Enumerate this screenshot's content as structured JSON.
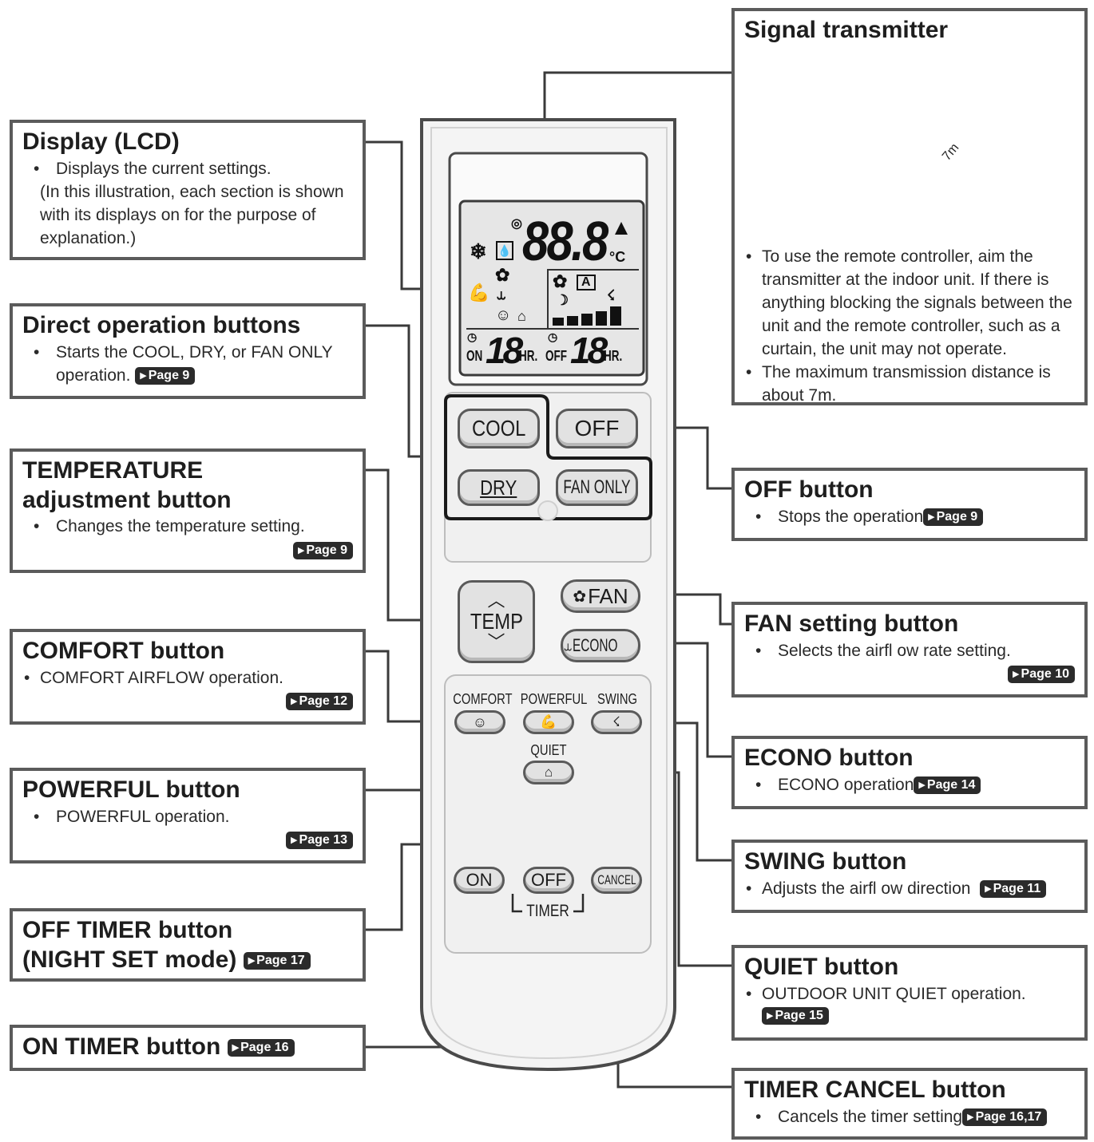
{
  "callouts": {
    "display": {
      "title": "Display (LCD)",
      "line1": "Displays the current settings.",
      "line2": "(In this illustration, each section is shown with its displays on for the purpose of explanation.)"
    },
    "direct": {
      "title": "Direct operation buttons",
      "text": "Starts the COOL, DRY, or FAN ONLY operation.",
      "page": "Page 9"
    },
    "temperature": {
      "title_line1": "TEMPERATURE",
      "title_line2": "adjustment button",
      "text": "Changes the temperature setting.",
      "page": "Page 9"
    },
    "comfort": {
      "title": "COMFORT button",
      "text": "COMFORT AIRFLOW operation.",
      "page": "Page 12"
    },
    "powerful": {
      "title": "POWERFUL button",
      "text": "POWERFUL operation.",
      "page": "Page 13"
    },
    "off_timer": {
      "title_line1": "OFF TIMER button",
      "title_line2": "(NIGHT SET mode)",
      "page": "Page 17"
    },
    "on_timer": {
      "title": "ON TIMER button",
      "page": "Page 16"
    },
    "signal": {
      "title": "Signal transmitter",
      "distance_label": "7m",
      "text1": "To use the remote controller, aim the transmitter at the indoor unit. If there is anything blocking the signals between the unit and the remote controller, such as a curtain, the unit may not operate.",
      "text2": "The maximum transmission distance is about 7m."
    },
    "off_button": {
      "title": "OFF button",
      "text": "Stops the operation",
      "page": "Page 9"
    },
    "fan_setting": {
      "title": "FAN setting button",
      "text": "Selects the airfl ow rate setting.",
      "page": "Page 10"
    },
    "econo": {
      "title": "ECONO button",
      "text": "ECONO operation",
      "page": "Page 14"
    },
    "swing": {
      "title": "SWING button",
      "text": "Adjusts the airfl ow direction",
      "page": "Page 11"
    },
    "quiet": {
      "title": "QUIET button",
      "text": "OUTDOOR UNIT QUIET operation.",
      "page": "Page 15"
    },
    "timer_cancel": {
      "title": "TIMER CANCEL button",
      "text": "Cancels the timer setting",
      "page": "Page 16,17"
    }
  },
  "remote": {
    "lcd": {
      "temp_digits": "88.8",
      "temp_unit": "°C",
      "on_label": "ON",
      "on_digits": "18",
      "on_hr": "HR.",
      "off_label": "OFF",
      "off_digits": "18",
      "off_hr": "HR.",
      "auto_label": "A"
    },
    "buttons": {
      "cool": "COOL",
      "off": "OFF",
      "dry": "DRY",
      "fan_only": "FAN ONLY",
      "temp": "TEMP",
      "fan": "FAN",
      "econo": "ECONO",
      "comfort": "COMFORT",
      "powerful": "POWERFUL",
      "swing": "SWING",
      "quiet": "QUIET",
      "timer_on": "ON",
      "timer_off": "OFF",
      "timer_cancel": "CANCEL",
      "timer": "TIMER"
    }
  },
  "colors": {
    "box_border": "#5b5b5b",
    "badge": "#2b2b2b",
    "remote_body": "#f4f4f4",
    "button_face": "#e2e2e2"
  }
}
